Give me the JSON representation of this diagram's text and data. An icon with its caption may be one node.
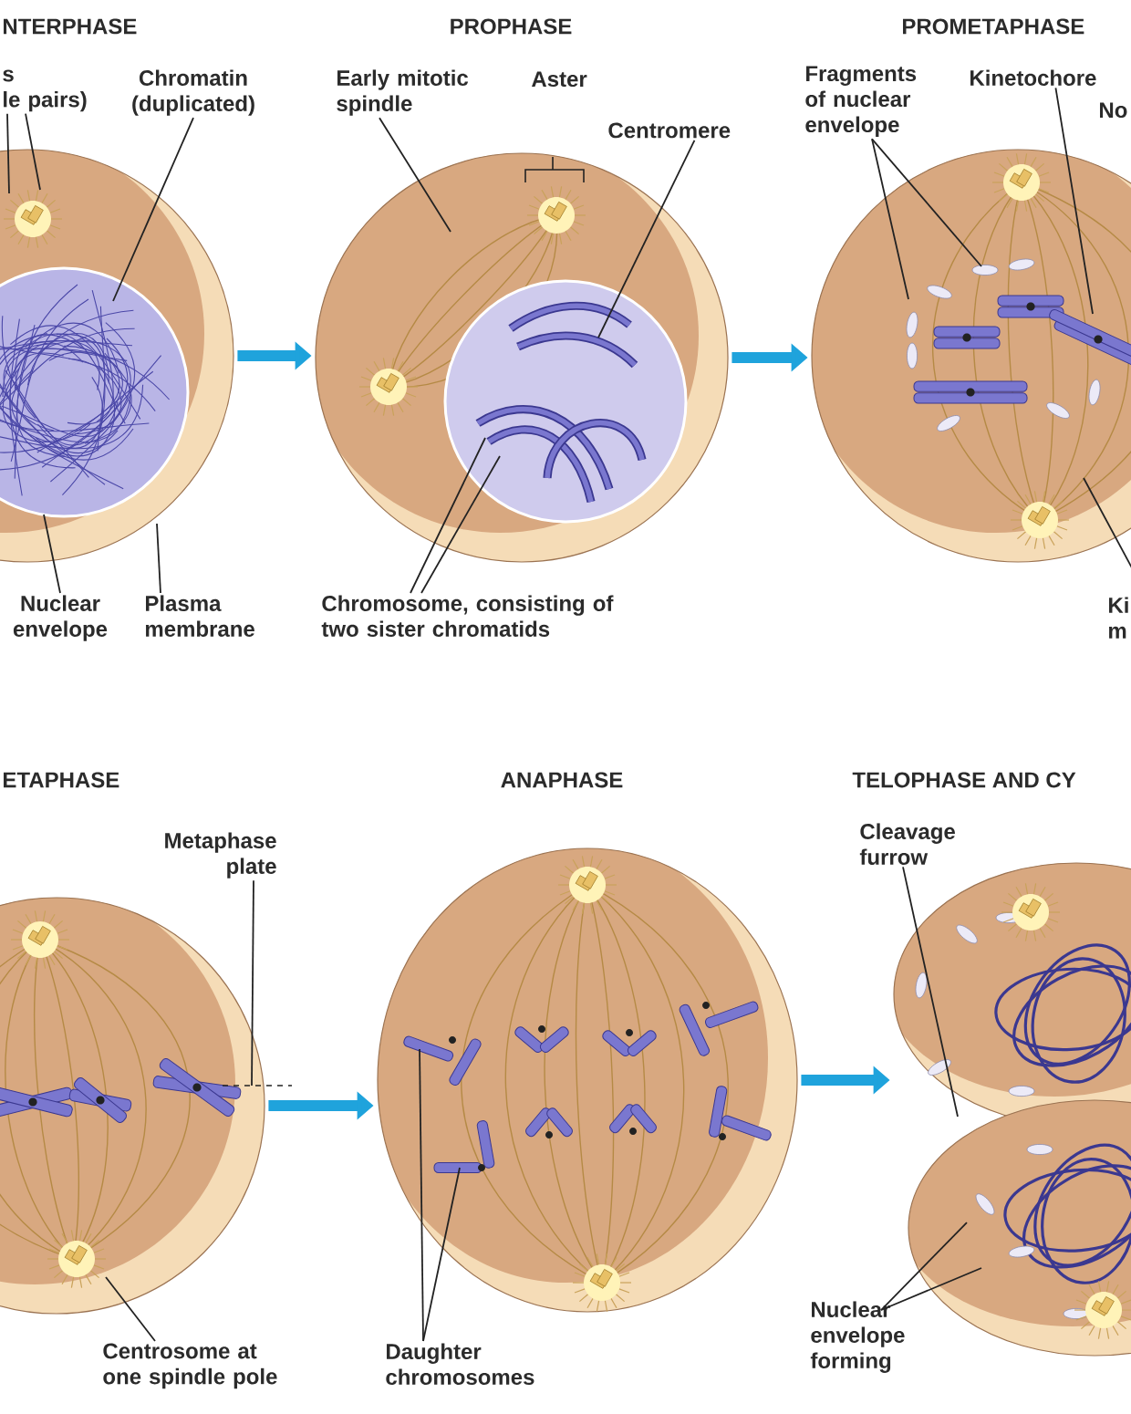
{
  "diagram": {
    "nodes": [
      {
        "text": [],
        "shape": "circle"
      },
      {
        "text": [
          "s",
          "le pairs)"
        ]
      },
      {
        "text": [
          "Chromatin (duplicated)"
        ]
      },
      {
        "text": [
          "Nuclear envelope"
        ]
      },
      {
        "text": [
          "Plasma membrane"
        ]
      },
      {
        "text": [],
        "shape": "circle"
      },
      {
        "text": [
          "Early mitotic spindle"
        ]
      },
      {
        "text": [
          "Centromere"
        ]
      },
      {
        "text": [
          "Chromosome, consisting of two sister chromatids"
        ]
      },
      {
        "text": [],
        "shape": "circle"
      },
      {
        "text": [
          "Fragments of nuclear envelope"
        ]
      },
      {
        "text": [
          "Kinetochore"
        ]
      },
      {
        "text": [
          "Ki",
          "m"
        ]
      },
      {
        "text": [],
        "shape": "circle"
      },
      {
        "text": [
          "Metaphase plate"
        ]
      },
      {
        "text": [
          "Centrosome at one spindle pole"
        ]
      },
      {
        "text": [],
        "shape": "circle"
      },
      {
        "text": [
          "Daughter chromosomes"
        ]
      },
      {
        "text": [],
        "shape": "circle"
      },
      {
        "text": [
          "Cleavage furrow"
        ]
      },
      {
        "text": [
          "Nuclear envelope forming"
        ]
      }
    ],
    "edges": [
      {
        "from": 1,
        "to": 0,
        "arrow": "none"
      },
      {
        "from": 1,
        "to": 0,
        "arrow": "none"
      },
      {
        "from": 2,
        "to": 0,
        "arrow": "none"
      },
      {
        "from": 3,
        "to": 0,
        "arrow": "none"
      },
      {
        "from": 4,
        "to": 0,
        "arrow": "none"
      },
      {
        "from": 6,
        "to": 5,
        "arrow": "none"
      },
      {
        "from": 7,
        "to": 5,
        "arrow": "none"
      },
      {
        "from": 8,
        "to": 5,
        "arrow": "none"
      },
      {
        "from": 8,
        "to": 5,
        "arrow": "none"
      },
      {
        "from": 10,
        "to": 9,
        "arrow": "none"
      },
      {
        "from": 10,
        "to": 9,
        "arrow": "none"
      },
      {
        "from": 11,
        "to": 9,
        "arrow": "none"
      },
      {
        "from": 12,
        "to": 9,
        "arrow": "none"
      },
      {
        "from": 14,
        "to": 13,
        "arrow": "none"
      },
      {
        "from": 15,
        "to": 13,
        "arrow": "none"
      },
      {
        "from": 17,
        "to": 16,
        "arrow": "none"
      },
      {
        "from": 17,
        "to": 16,
        "arrow": "none"
      },
      {
        "from": 19,
        "to": 18,
        "arrow": "none"
      },
      {
        "from": 20,
        "to": 18,
        "arrow": "none"
      },
      {
        "from": 20,
        "to": 18,
        "arrow": "none"
      },
      {
        "from": 0,
        "to": 5,
        "arrow": "to",
        "style": "thick",
        "color": "#1fa3dc"
      },
      {
        "from": 5,
        "to": 9,
        "arrow": "to",
        "style": "thick",
        "color": "#1fa3dc"
      },
      {
        "from": 13,
        "to": 16,
        "arrow": "to",
        "style": "thick",
        "color": "#1fa3dc"
      },
      {
        "from": 16,
        "to": 18,
        "arrow": "to",
        "style": "thick",
        "color": "#1fa3dc"
      }
    ],
    "labels": [
      "NTERPHASE",
      "PROPHASE",
      "PROMETAPHASE",
      "Aster",
      "No",
      "ETAPHASE",
      "ANAPHASE",
      "TELOPHASE AND CY"
    ]
  }
}
